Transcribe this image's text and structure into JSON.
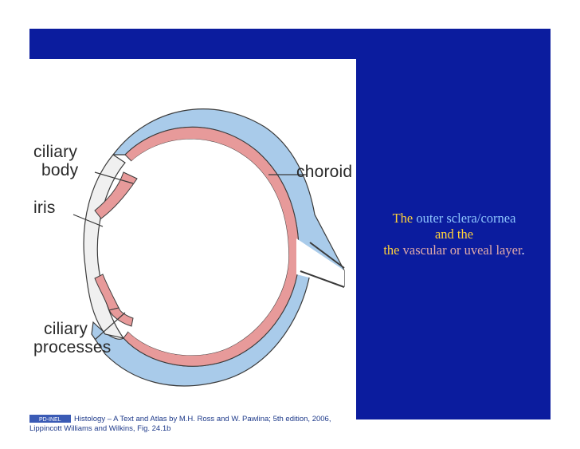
{
  "figure": {
    "labels": {
      "ciliary_body_1": "ciliary",
      "ciliary_body_2": "body",
      "iris": "iris",
      "choroid": "choroid",
      "ciliary_processes_1": "ciliary",
      "ciliary_processes_2": "processes"
    },
    "caption": {
      "badge": "PD-INEL",
      "line1": "Histology – A Text and Atlas by M.H. Ross and W. Pawlina; 5th edition, 2006,",
      "line2": "Lippincott Williams and Wilkins, Fig. 24.1b"
    },
    "colors": {
      "sclera": "#a9cbea",
      "choroid": "#e79a9a",
      "lens_region": "#f0f0f0",
      "outline": "#3a3a3a"
    }
  },
  "text": {
    "line1_a": "The",
    "line1_b": "outer sclera/cornea",
    "line2": "and the",
    "line3_a": "the",
    "line3_b": "vascular or uveal layer",
    "line3_c": "."
  },
  "colors": {
    "slide_background": "#0b1c9e",
    "highlight_yellow": "#ffd23a",
    "highlight_blue": "#8fc7ff",
    "highlight_pink": "#e0aaaa"
  }
}
